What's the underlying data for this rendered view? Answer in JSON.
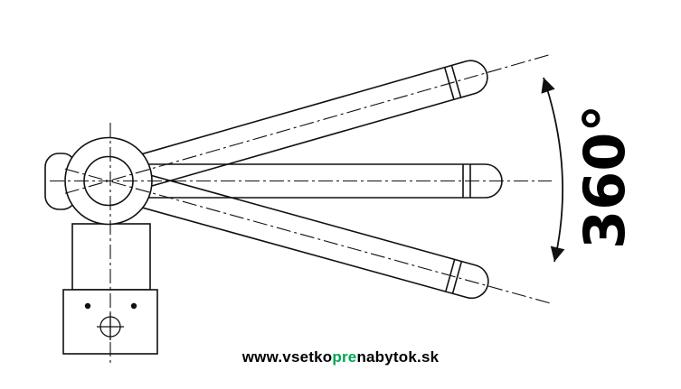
{
  "diagram": {
    "rotation_label": "360°"
  },
  "footer": {
    "website_prefix": "www.vsetko",
    "website_highlight": "pre",
    "website_suffix": "nabytok.sk"
  },
  "colors": {
    "line": "#111111",
    "highlight_green": "#00a551",
    "background": "#ffffff"
  }
}
